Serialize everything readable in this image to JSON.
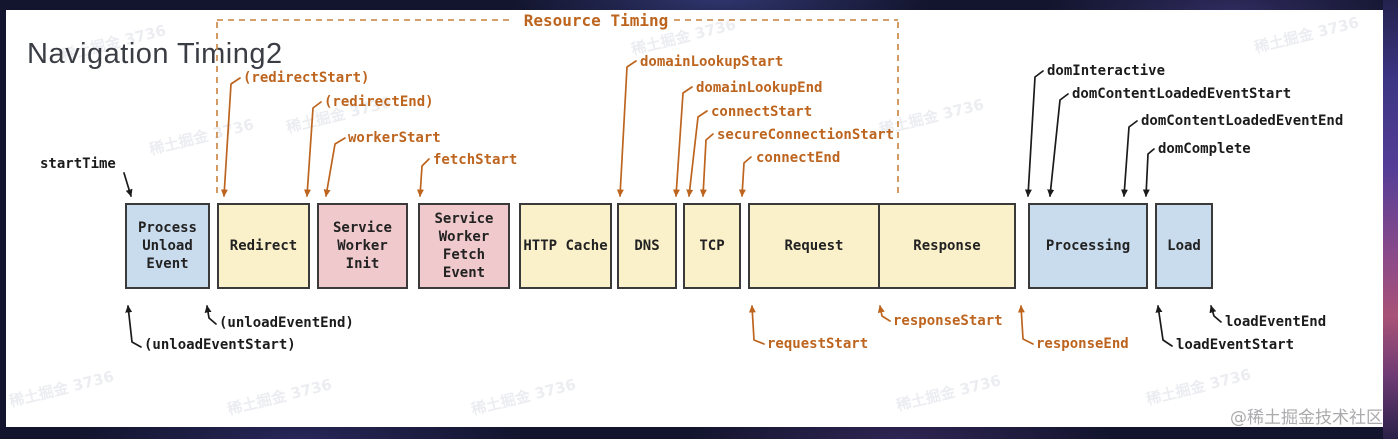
{
  "page": {
    "title": "Navigation Timing2",
    "corner_watermark": "@稀土掘金技术社区",
    "bg_watermark": "稀土掘金 3736"
  },
  "diagram": {
    "resource_timing_label": "Resource Timing",
    "boxes": [
      {
        "id": "process-unload-event",
        "label": "Process Unload Event",
        "color": "blue"
      },
      {
        "id": "redirect",
        "label": "Redirect",
        "color": "yellow"
      },
      {
        "id": "service-worker-init",
        "label": "Service Worker Init",
        "color": "pink"
      },
      {
        "id": "service-worker-fetch-event",
        "label": "Service Worker Fetch Event",
        "color": "pink"
      },
      {
        "id": "http-cache",
        "label": "HTTP Cache",
        "color": "yellow"
      },
      {
        "id": "dns",
        "label": "DNS",
        "color": "yellow"
      },
      {
        "id": "tcp",
        "label": "TCP",
        "color": "yellow"
      },
      {
        "id": "request",
        "label": "Request",
        "color": "yellow"
      },
      {
        "id": "response",
        "label": "Response",
        "color": "yellow"
      },
      {
        "id": "processing",
        "label": "Processing",
        "color": "blue"
      },
      {
        "id": "load",
        "label": "Load",
        "color": "blue"
      }
    ],
    "annotations": {
      "startTime": "startTime",
      "redirectStart": "(redirectStart)",
      "redirectEnd": "(redirectEnd)",
      "workerStart": "workerStart",
      "fetchStart": "fetchStart",
      "domainLookupStart": "domainLookupStart",
      "domainLookupEnd": "domainLookupEnd",
      "connectStart": "connectStart",
      "secureConnectionStart": "secureConnectionStart",
      "connectEnd": "connectEnd",
      "domInteractive": "domInteractive",
      "domContentLoadedEventStart": "domContentLoadedEventStart",
      "domContentLoadedEventEnd": "domContentLoadedEventEnd",
      "domComplete": "domComplete",
      "unloadEventStart": "(unloadEventStart)",
      "unloadEventEnd": "(unloadEventEnd)",
      "requestStart": "requestStart",
      "responseStart": "responseStart",
      "responseEnd": "responseEnd",
      "loadEventStart": "loadEventStart",
      "loadEventEnd": "loadEventEnd"
    }
  },
  "colors": {
    "accent_orange": "#bd641e",
    "label_black": "#1b1b1b",
    "box_blue": "#c9dcee",
    "box_yellow": "#faf0c9",
    "box_pink": "#efc9cc",
    "box_border": "#3a3a3a",
    "canvas_bg": "#ffffff",
    "frame_bg": "#13152e"
  }
}
